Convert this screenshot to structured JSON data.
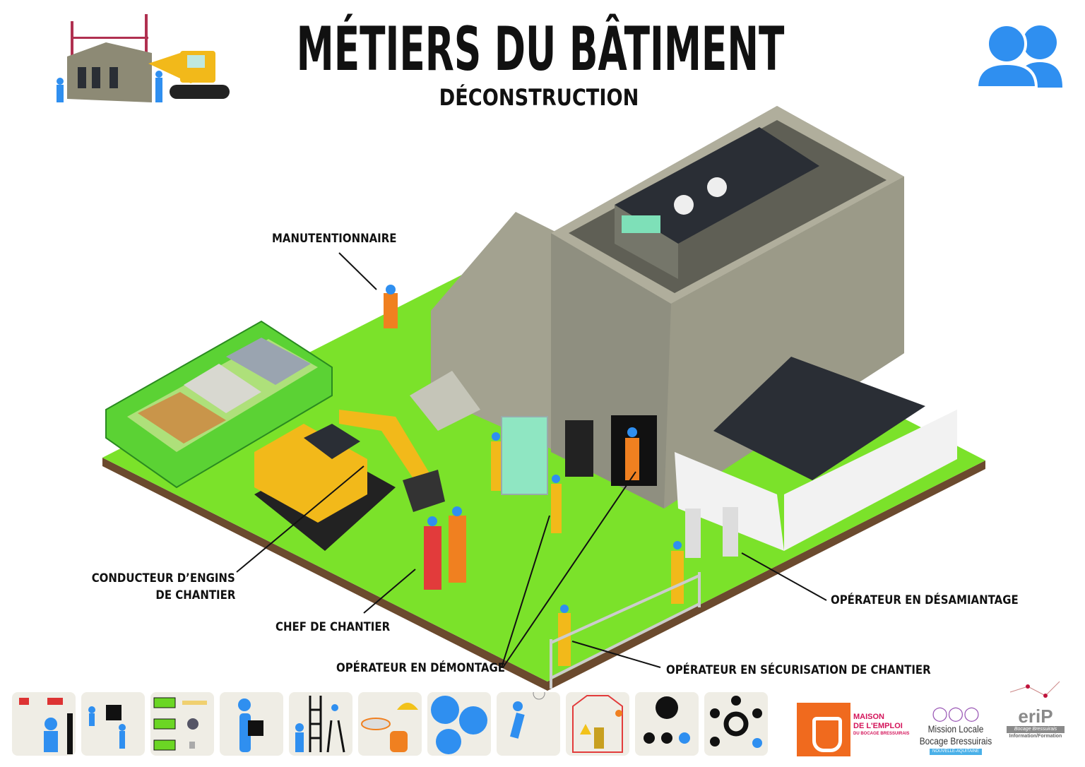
{
  "header": {
    "title": "MÉTIERS DU BÂTIMENT",
    "subtitle": "DÉCONSTRUCTION",
    "people_icon": "two-people-icon",
    "accent": "#2f8ff0"
  },
  "labels": {
    "manutentionnaire": "MANUTENTIONNAIRE",
    "conducteur_line1": "CONDUCTEUR D’ENGINS",
    "conducteur_line2": "DE CHANTIER",
    "chef": "CHEF DE CHANTIER",
    "demontage": "OPÉRATEUR EN DÉMONTAGE",
    "securisation": "OPÉRATEUR EN SÉCURISATION DE CHANTIER",
    "desamiantage": "OPÉRATEUR EN DÉSAMIANTAGE"
  },
  "colors": {
    "grass": "#7be22a",
    "soil": "#6b4a2e",
    "wall": "#8f8f80",
    "roof": "#2a2e35",
    "machine": "#f2b91a",
    "worker": "#2f8ff0"
  },
  "tiles": [
    "power-tools-icon",
    "demolition-workers-icon",
    "waste-sorting-skips-icon",
    "carrying-box-icon",
    "ladder-workers-icon",
    "safety-equipment-icon",
    "ear-eye-protection-icon",
    "site-navigation-icon",
    "hazard-signage-icon",
    "team-hierarchy-icon",
    "team-settings-icon"
  ],
  "logos": {
    "maison_emploi": {
      "line1": "MAISON",
      "line2": "DE L'EMPLOI",
      "line3": "DU BOCAGE BRESSUIRAIS"
    },
    "mission_locale": {
      "line1": "Mission Locale",
      "line2": "Bocage Bressuirais",
      "region": "NOUVELLE-AQUITAINE"
    },
    "erip": {
      "name": "eriP",
      "tag": "Bocage Bressuirais",
      "sub": "Information/Formation"
    }
  }
}
